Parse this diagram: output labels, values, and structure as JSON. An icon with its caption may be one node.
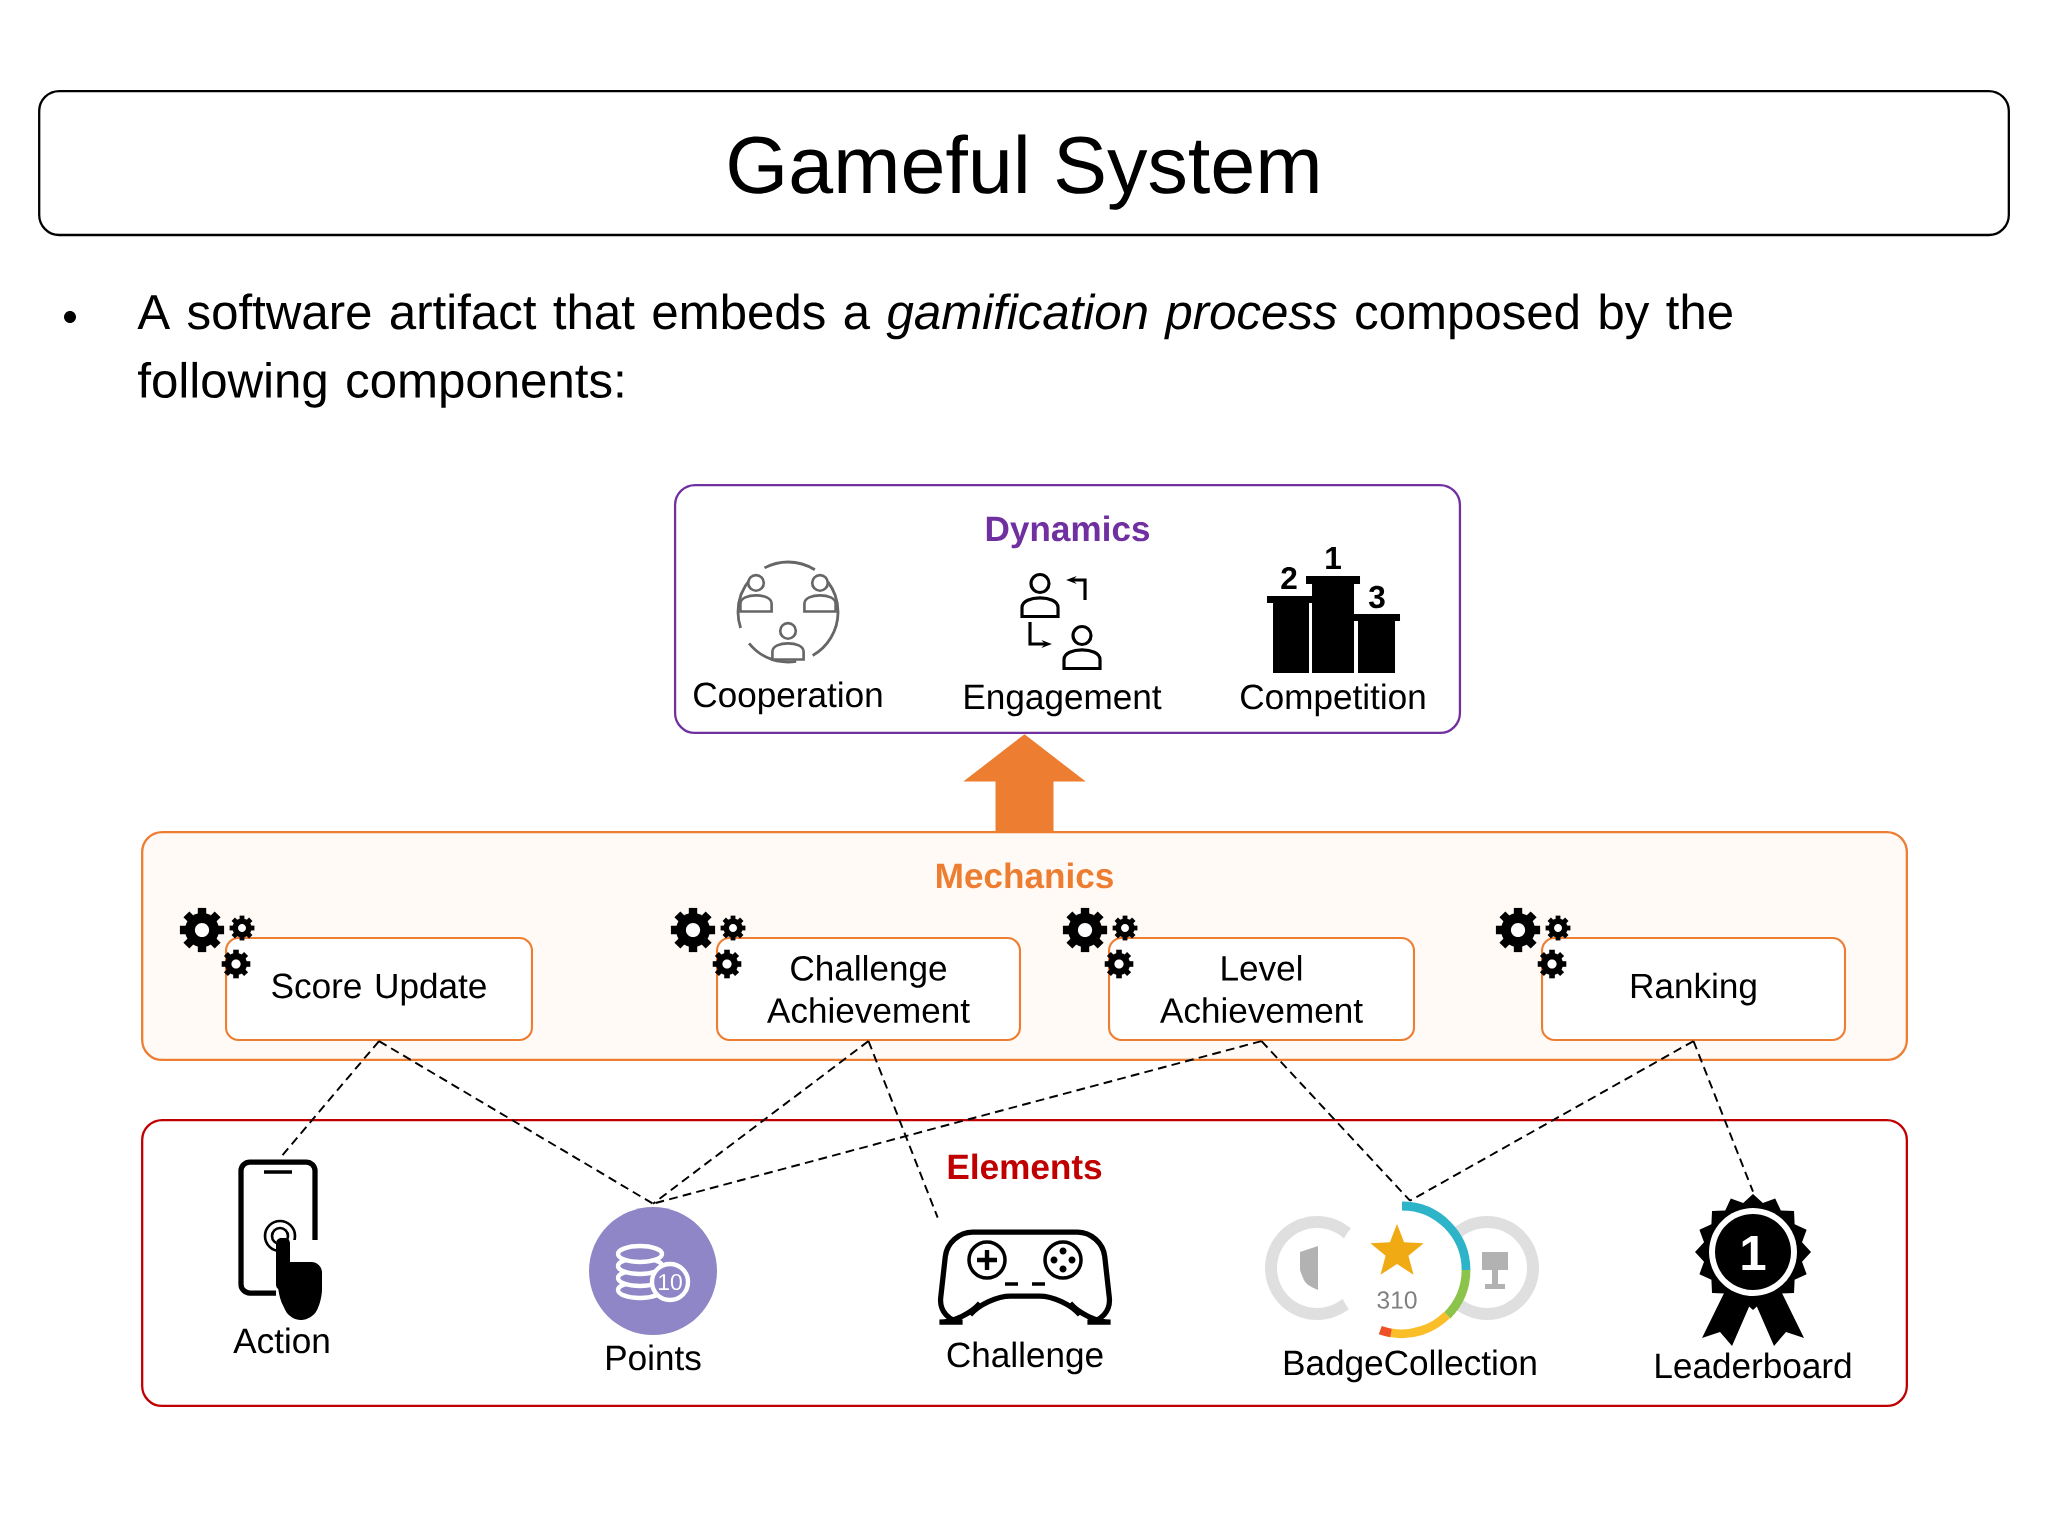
{
  "diagram": {
    "nodes": [
      {
        "text": [
          "Gameful System"
        ]
      },
      {
        "text": [
          "Dynamics"
        ]
      },
      {
        "text": [
          "Cooperation"
        ],
        "in": 1
      },
      {
        "text": [
          "Engagement"
        ],
        "in": 1
      },
      {
        "text": [
          "Competition"
        ],
        "in": 1
      },
      {
        "text": [
          "Mechanics"
        ]
      },
      {
        "text": [
          "Score Update"
        ],
        "in": 5
      },
      {
        "text": [
          "Challenge Achievement"
        ],
        "in": 5
      },
      {
        "text": [
          "Level Achievement"
        ],
        "in": 5
      },
      {
        "text": [
          "Ranking"
        ],
        "in": 5
      },
      {
        "text": [
          "Elements"
        ]
      },
      {
        "text": [
          "Action"
        ],
        "in": 10
      },
      {
        "text": [
          "Points"
        ],
        "in": 10
      },
      {
        "text": [
          "Challenge"
        ],
        "in": 10
      },
      {
        "text": [
          "BadgeCollection"
        ],
        "in": 10
      },
      {
        "text": [
          "Leaderboard"
        ],
        "in": 10
      }
    ],
    "edges": [
      {
        "from": 5,
        "to": 1,
        "arrow": "to",
        "style": "thick",
        "color": "#ed7d31"
      },
      {
        "from": 6,
        "to": 11,
        "arrow": "none",
        "style": "dashed"
      },
      {
        "from": 6,
        "to": 12,
        "arrow": "none",
        "style": "dashed"
      },
      {
        "from": 7,
        "to": 12,
        "arrow": "none",
        "style": "dashed"
      },
      {
        "from": 7,
        "to": 13,
        "arrow": "none",
        "style": "dashed"
      },
      {
        "from": 8,
        "to": 12,
        "arrow": "none",
        "style": "dashed"
      },
      {
        "from": 8,
        "to": 14,
        "arrow": "none",
        "style": "dashed"
      },
      {
        "from": 9,
        "to": 14,
        "arrow": "none",
        "style": "dashed"
      },
      {
        "from": 9,
        "to": 15,
        "arrow": "none",
        "style": "dashed"
      }
    ],
    "labels": [
      "A software artifact that embeds a *gamification process* composed by the following components:",
      "1",
      "2",
      "3",
      "10",
      "310",
      "1"
    ]
  }
}
